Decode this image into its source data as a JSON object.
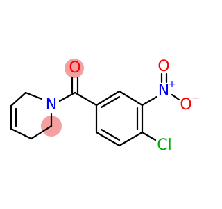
{
  "molecule": {
    "atoms": {
      "N_ring": {
        "symbol": "N",
        "color": "#0000FF"
      },
      "O_carbonyl": {
        "symbol": "O",
        "color": "#FF0000"
      },
      "N_nitro": {
        "symbol": "N",
        "charge": "+",
        "color": "#0000FF"
      },
      "O_nitro_top": {
        "symbol": "O",
        "color": "#FF0000"
      },
      "O_nitro_right": {
        "symbol": "O",
        "charge": "−",
        "color": "#FF0000"
      },
      "Cl": {
        "symbol": "Cl",
        "color": "#00AA00"
      }
    },
    "highlights": {
      "color": "#F4A0A0"
    }
  }
}
